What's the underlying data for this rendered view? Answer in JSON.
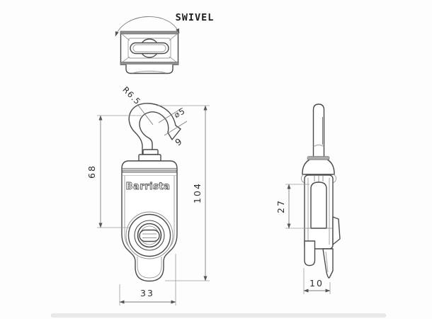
{
  "drawing": {
    "swivel_label": "SWIVEL",
    "brand": "Barrista"
  },
  "dimensions": {
    "hook_radius": "R6.5",
    "hook_diameter": "⌀5",
    "hook_opening": "9",
    "hook_to_axle_height": "68",
    "overall_height": "104",
    "body_width": "33",
    "window_height": "27",
    "body_thickness": "10"
  },
  "colors": {
    "line": "#4a4a4a",
    "dim_line": "#7d7d7d",
    "text": "#2e2e2e",
    "background": "#fdfdfd",
    "shadow_band": "#e9e9e9"
  }
}
